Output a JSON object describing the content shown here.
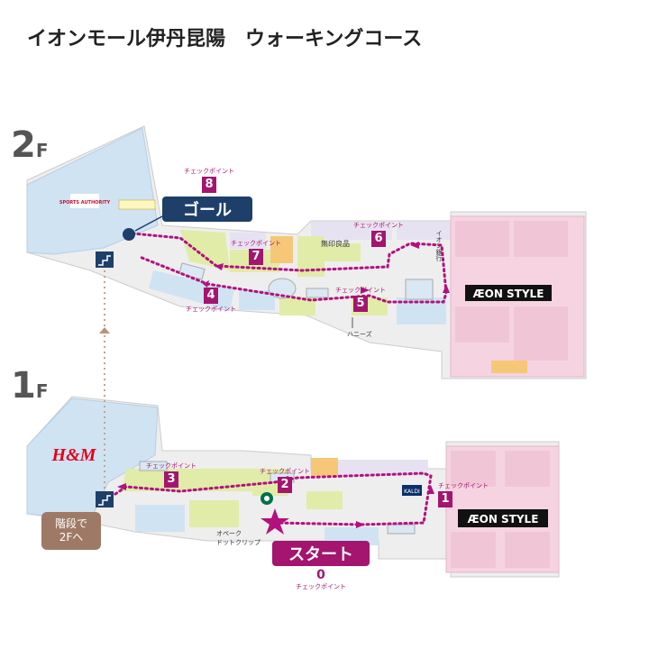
{
  "title": "イオンモール伊丹昆陽　ウォーキングコース",
  "floors": {
    "f2": {
      "label": "2",
      "suffix": "F"
    },
    "f1": {
      "label": "1",
      "suffix": "F"
    }
  },
  "stores": {
    "sports_authority": "SPORTS AUTHORITY",
    "hm": "H&M",
    "mujirushi": "無印良品",
    "aeon_style": "ÆON STYLE",
    "aeon_bank": "イオン銀行",
    "honeys": "ハニーズ",
    "opeque": "オペーク\nドットクリップ",
    "kaldi": "KALDI",
    "starbucks": "STARBUCKS"
  },
  "checkpoint_label": "チェックポイント",
  "checkpoints": [
    {
      "num": "0",
      "label": "スタート"
    },
    {
      "num": "1"
    },
    {
      "num": "2"
    },
    {
      "num": "3"
    },
    {
      "num": "4"
    },
    {
      "num": "5"
    },
    {
      "num": "6"
    },
    {
      "num": "7"
    },
    {
      "num": "8"
    }
  ],
  "goal_label": "ゴール",
  "start_label": "スタート",
  "stairs_note": [
    "階段で",
    "2Fへ"
  ],
  "colors": {
    "route": "#b2117e",
    "badge": "#a3156f",
    "goal_bg": "#1f3f6b",
    "stairs_note_bg": "#9e7a66",
    "store_pink": "#f6d3e0",
    "store_green": "#dfeba6",
    "store_blue": "#c6ddf0",
    "store_lavender": "#e4dff0",
    "walkway": "#f1f1f1"
  },
  "icons": [
    "star-icon",
    "stairs-icon",
    "goal-dot-icon"
  ]
}
